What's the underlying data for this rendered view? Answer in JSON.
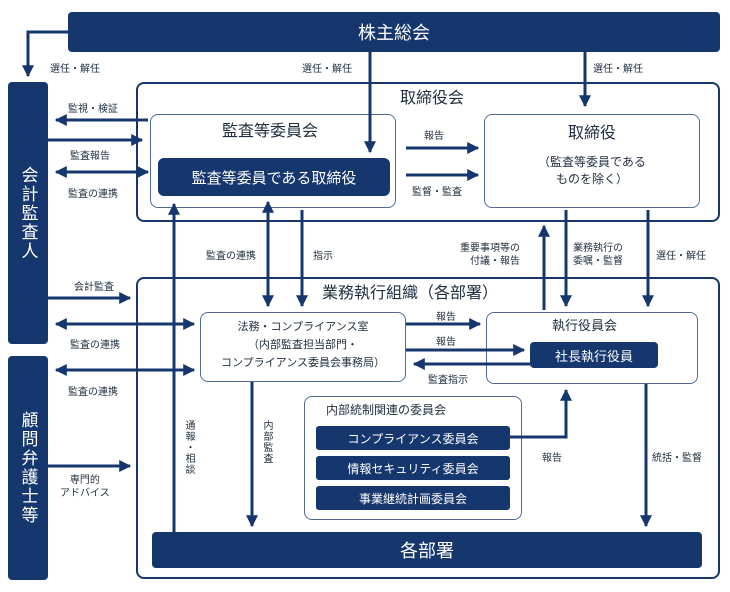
{
  "nodes": {
    "shareholders": "株主総会",
    "auditor": "会計監査人",
    "advisor": "顧問弁護士等",
    "board": "取締役会",
    "audit_committee": "監査等委員会",
    "audit_director": "監査等委員である取締役",
    "directors_title": "取締役",
    "directors_sub": "（監査等委員である\nものを除く）",
    "organization": "業務執行組織（各部署）",
    "legal": "法務・コンプライアンス室\n（内部監査担当部門・\nコンプライアンス委員会事務局）",
    "exec_committee": "執行役員会",
    "president": "社長執行役員",
    "ic_title": "内部統制関連の委員会",
    "ic_items": [
      "コンプライアンス委員会",
      "情報セキュリティ委員会",
      "事業継続計画委員会"
    ],
    "departments": "各部署"
  },
  "labels": {
    "elect_left": "選任・解任",
    "elect_mid": "選任・解任",
    "elect_right": "選任・解任",
    "monitor": "監視・検証",
    "audit_report": "監査報告",
    "audit_coord_1": "監査の連携",
    "report_1": "報告",
    "supervise": "監督・監査",
    "audit_coord_2": "監査の連携",
    "instruct": "指示",
    "important": "重要事項等の\n付議・報告",
    "delegate": "業務執行の\n委嘱・監督",
    "elect_exec": "選任・解任",
    "accounting_audit": "会計監査",
    "audit_coord_3": "監査の連携",
    "report_2": "報告",
    "report_3": "報告",
    "audit_instruct": "監査指示",
    "audit_coord_4": "監査の連携",
    "advice": "専門的\nアドバイス",
    "whistle": "通報・相談",
    "internal_audit": "内部監査",
    "report_4": "報告",
    "oversee": "統括・監督"
  },
  "colors": {
    "navy": "#16376e",
    "frame": "#16376e",
    "inner": "#4f6a96"
  }
}
